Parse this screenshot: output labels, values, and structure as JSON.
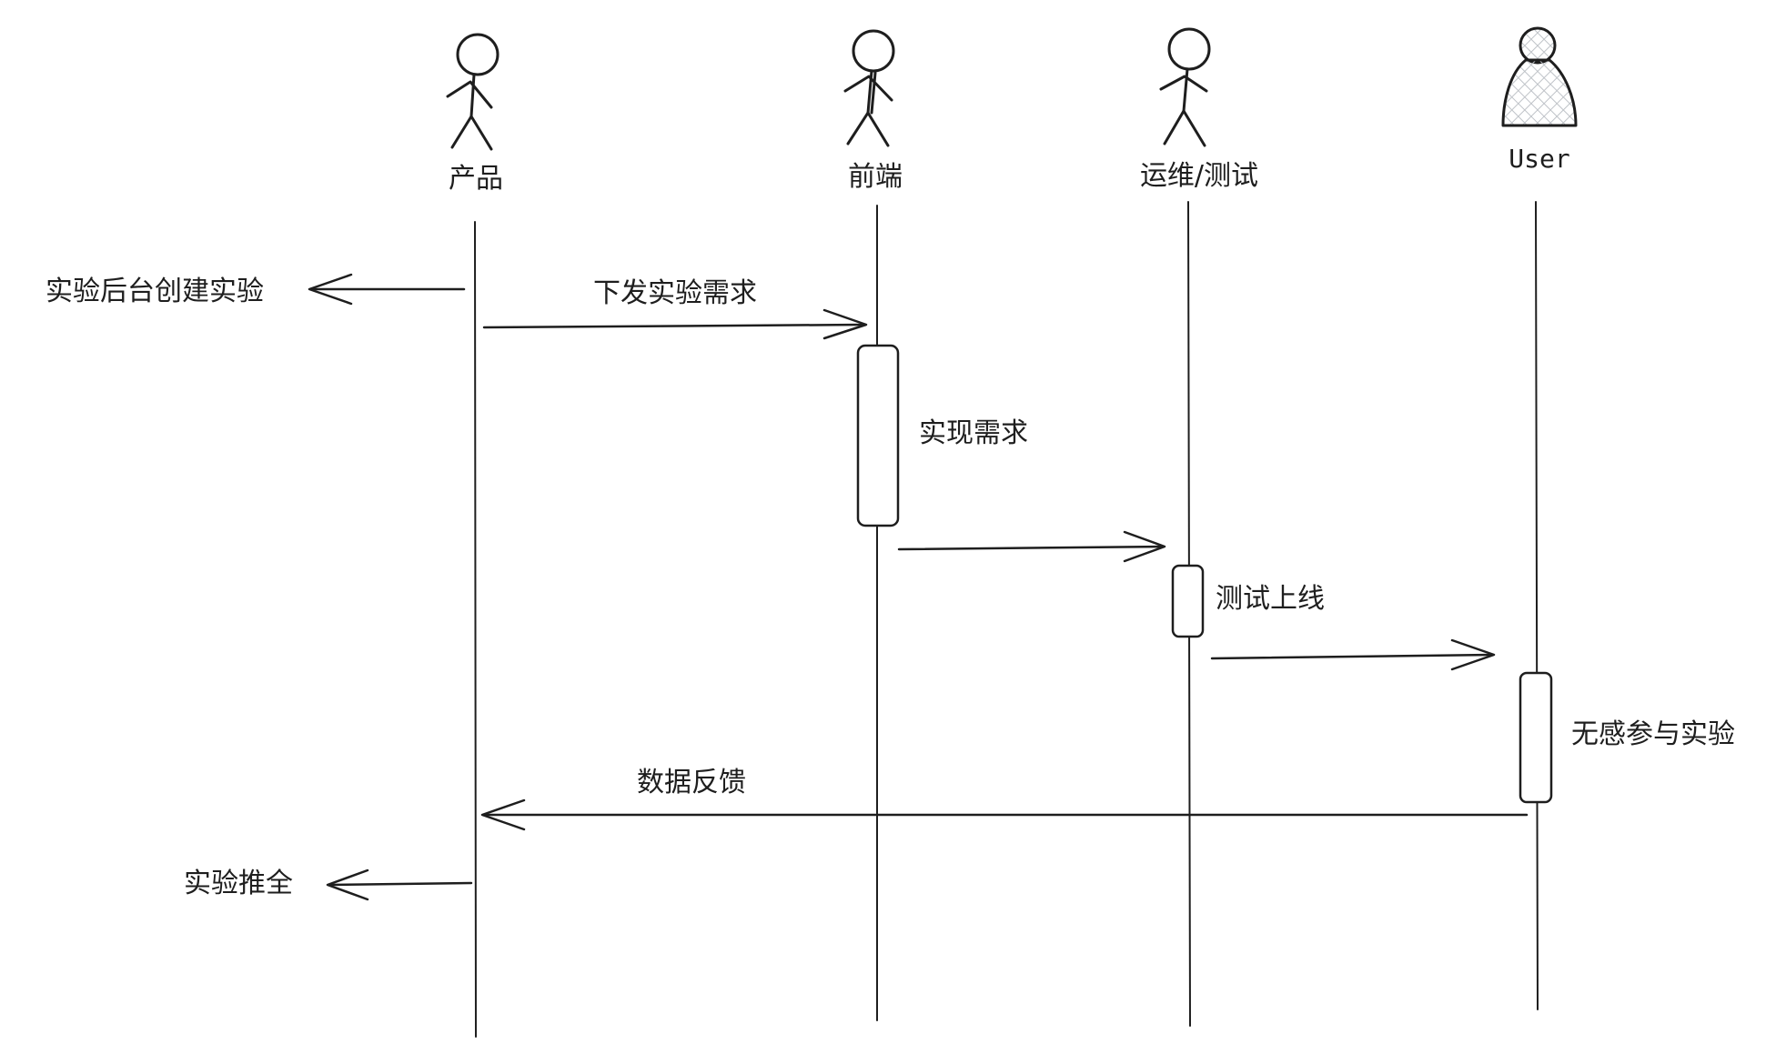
{
  "actors": [
    {
      "id": "product",
      "label": "产品",
      "icon": "stick-figure-icon"
    },
    {
      "id": "frontend",
      "label": "前端",
      "icon": "stick-figure-icon"
    },
    {
      "id": "ops",
      "label": "运维/测试",
      "icon": "stick-figure-icon"
    },
    {
      "id": "user",
      "label": "User",
      "icon": "user-silhouette-icon"
    }
  ],
  "messages": [
    {
      "label": "实验后台创建实验"
    },
    {
      "label": "下发实验需求"
    },
    {
      "label": ""
    },
    {
      "label": ""
    },
    {
      "label": "数据反馈"
    },
    {
      "label": "实验推全"
    }
  ],
  "activations": [
    {
      "label": "实现需求"
    },
    {
      "label": "测试上线"
    },
    {
      "label": "无感参与实验"
    }
  ],
  "colors": {
    "stroke": "#1e1e1e",
    "background": "#ffffff",
    "hatch": "#bfc3c8"
  }
}
